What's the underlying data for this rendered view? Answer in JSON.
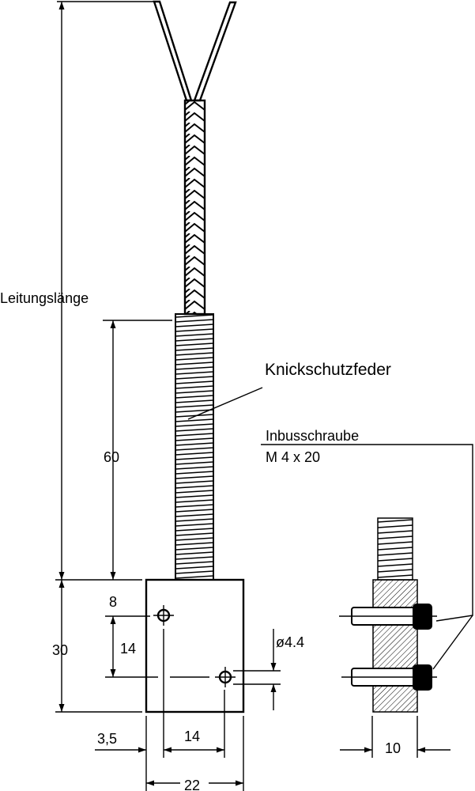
{
  "labels": {
    "cable_length": "Leitungslänge",
    "spring": "Knickschutzfeder",
    "screw_title": "Inbusschraube",
    "screw_spec": "M 4 x 20"
  },
  "dimensions": {
    "spring_length": "60",
    "block_height": "30",
    "hole_offset_top": "8",
    "hole_spacing_vertical": "14",
    "hole_diameter": "ø4.4",
    "hole_offset_left": "3,5",
    "hole_spacing_horizontal": "14",
    "block_width": "22",
    "side_width": "10"
  }
}
